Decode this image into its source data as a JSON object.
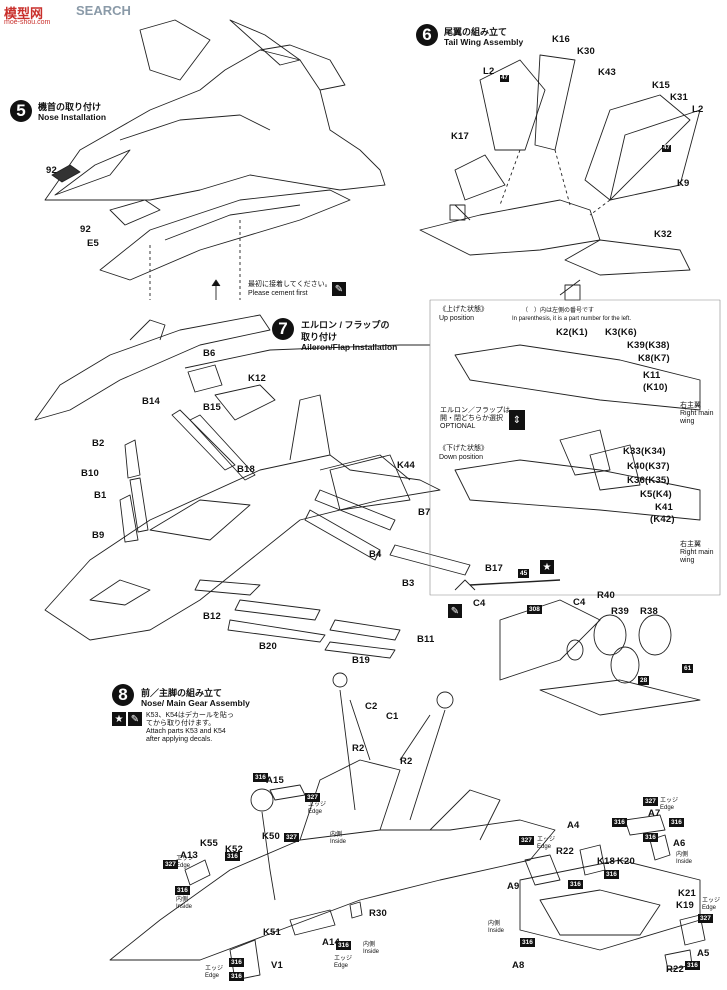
{
  "watermark": {
    "brand": "模型网",
    "search": "SEARCH",
    "url": "moe-shou.com"
  },
  "steps": [
    {
      "num": "5",
      "jp": "機首の取り付け",
      "en": "Nose Installation"
    },
    {
      "num": "6",
      "jp": "尾翼の組み立て",
      "en": "Tail Wing Assembly"
    },
    {
      "num": "7",
      "jp1": "エルロン / フラップの",
      "jp2": "取り付け",
      "en": "Aileron/Flap Installation"
    },
    {
      "num": "8",
      "jp": "前／主脚の組み立て",
      "en": "Nose/ Main Gear Assembly"
    }
  ],
  "notes": {
    "cement_jp": "最初に接着してください。",
    "cement_en": "Please cement first",
    "up_position_jp": "《上げた状態》",
    "up_position_en": "Up position",
    "paren_jp": "（　）内は左側の番号です",
    "paren_en": "In parenthesis, it is a part number for the left.",
    "optional_jp1": "エルロン／フラップは",
    "optional_jp2": "開・閉どちらか選択",
    "optional_en": "OPTIONAL",
    "down_position_jp": "《下げた状態》",
    "down_position_en": "Down position",
    "right_wing_jp": "右主翼",
    "right_wing_en1": "Right main",
    "right_wing_en2": "wing",
    "decal_jp1": "K53、K54はデカールを貼っ",
    "decal_jp2": "てから取り付けます。",
    "decal_en1": "Attach parts K53 and K54",
    "decal_en2": "after applying decals.",
    "inside_jp": "内側",
    "inside_en": "Inside",
    "edge_jp": "エッジ",
    "edge_en": "Edge"
  },
  "parts": {
    "s5": [
      "92",
      "92",
      "E5"
    ],
    "s6": [
      "K16",
      "K30",
      "L2",
      "47",
      "K43",
      "K15",
      "K31",
      "L2",
      "47",
      "K17",
      "K9",
      "K32"
    ],
    "s7": [
      "B6",
      "K12",
      "B14",
      "B15",
      "B18",
      "B2",
      "B10",
      "B1",
      "B9",
      "K44",
      "B7",
      "B4",
      "B3",
      "B17",
      "B12",
      "B20",
      "B19",
      "B11",
      "C4",
      "45",
      "C4",
      "308",
      "R40",
      "R39",
      "R38",
      "61",
      "28"
    ],
    "s7inset": [
      "K2(K1)",
      "K3(K6)",
      "K39(K38)",
      "K8(K7)",
      "K11",
      "(K10)",
      "K33(K34)",
      "K40(K37)",
      "K36(K35)",
      "K5(K4)",
      "K41",
      "(K42)"
    ],
    "s8": [
      "C2",
      "C1",
      "R2",
      "R2",
      "A15",
      "K50",
      "K52",
      "K55",
      "A13",
      "R30",
      "A14",
      "K51",
      "V1",
      "A4",
      "A7",
      "A6",
      "R22",
      "K18",
      "K20",
      "K21",
      "K19",
      "A9",
      "A8",
      "A5",
      "R22"
    ],
    "paint": [
      "316",
      "327",
      "316",
      "327",
      "316",
      "327",
      "316",
      "316",
      "316",
      "316",
      "327",
      "327",
      "316",
      "316",
      "316",
      "327",
      "316",
      "316",
      "316",
      "327",
      "316",
      "316",
      "316"
    ]
  }
}
